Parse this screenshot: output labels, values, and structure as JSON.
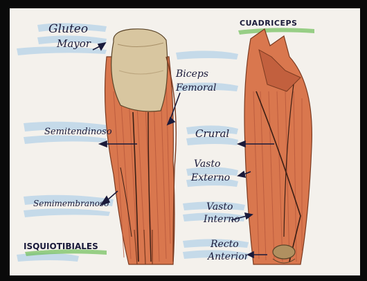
{
  "labels": {
    "gluteo_line1": "Gluteo",
    "gluteo_line2": "Mayor",
    "biceps_line1": "Biceps",
    "biceps_line2": "Femoral",
    "semitendinoso": "Semitendinoso",
    "semimembranoso": "Semimembranoso",
    "isquiotibiales": "ISQUIOTIBIALES",
    "cuadriceps": "CUADRICEPS",
    "crural": "Crural",
    "vasto_externo_line1": "Vasto",
    "vasto_externo_line2": "Externo",
    "vasto_interno_line1": "Vasto",
    "vasto_interno_line2": "Interno",
    "recto_line1": "Recto",
    "recto_line2": "Anterior"
  },
  "colors": {
    "paper": "#f4f1ec",
    "frame": "#0a0a0a",
    "highlight_blue": "#9fc8e8",
    "highlight_green": "#6fbf5a",
    "muscle_orange": "#d9774e",
    "muscle_dark": "#b4553a",
    "gluteo_fill": "#d8c6a0",
    "ink": "#1a1a3a"
  }
}
